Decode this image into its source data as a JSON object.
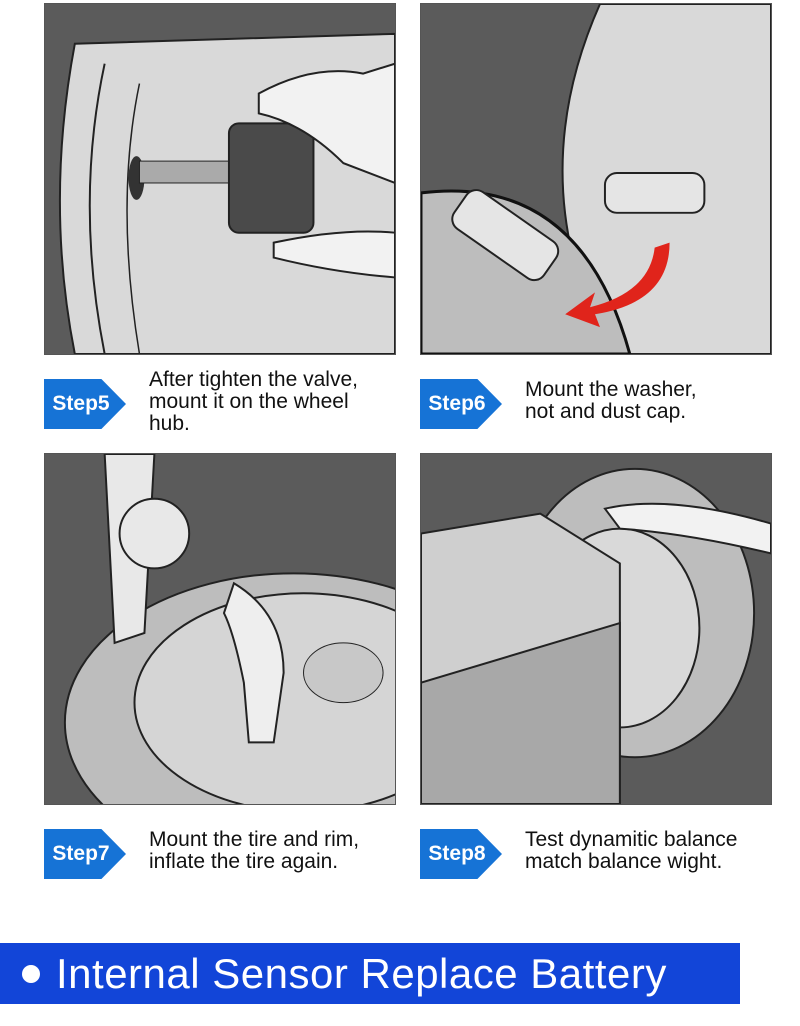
{
  "steps": [
    {
      "badge": "Step5",
      "caption": "After tighten the valve,\nmount it on the wheel\nhub."
    },
    {
      "badge": "Step6",
      "caption": "Mount the washer,\nnot and dust cap."
    },
    {
      "badge": "Step7",
      "caption": "Mount the tire and rim,\ninflate the tire again."
    },
    {
      "badge": "Step8",
      "caption": "Test dynamitic balance\nmatch balance wight."
    }
  ],
  "banner": {
    "text": "Internal Sensor Replace Battery"
  },
  "colors": {
    "badge_blue": "#1673d6",
    "banner_blue": "#1245d8",
    "panel_gray": "#5a5a5a",
    "arrow_red": "#e0241b"
  }
}
